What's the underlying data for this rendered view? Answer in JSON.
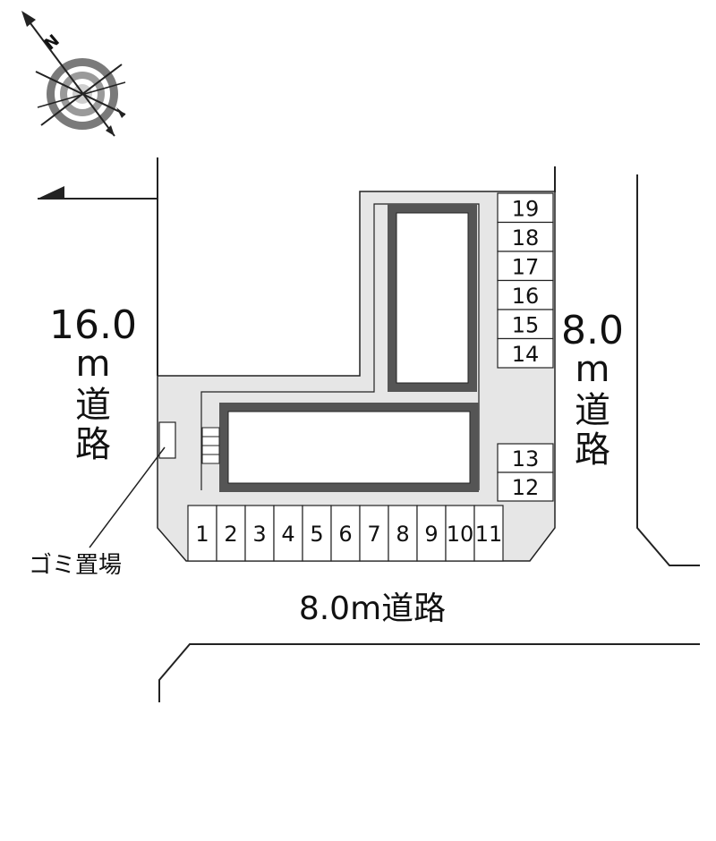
{
  "compass": {
    "north_label": "N"
  },
  "roads": {
    "left": {
      "width": "16.0",
      "unit": "m",
      "kanji_1": "道",
      "kanji_2": "路"
    },
    "right": {
      "width": "8.0",
      "unit": "m",
      "kanji_1": "道",
      "kanji_2": "路"
    },
    "bottom": {
      "label": "8.0m道路"
    }
  },
  "garbage": {
    "label": "ゴミ置場"
  },
  "parking": {
    "bottom_row": [
      "1",
      "2",
      "3",
      "4",
      "5",
      "6",
      "7",
      "8",
      "9",
      "10",
      "11"
    ],
    "right_upper": [
      "19",
      "18",
      "17",
      "16",
      "15",
      "14"
    ],
    "right_lower": [
      "13",
      "12"
    ]
  },
  "colors": {
    "lot": "#e6e6e6",
    "building_outline": "#555555",
    "line": "#222222"
  }
}
